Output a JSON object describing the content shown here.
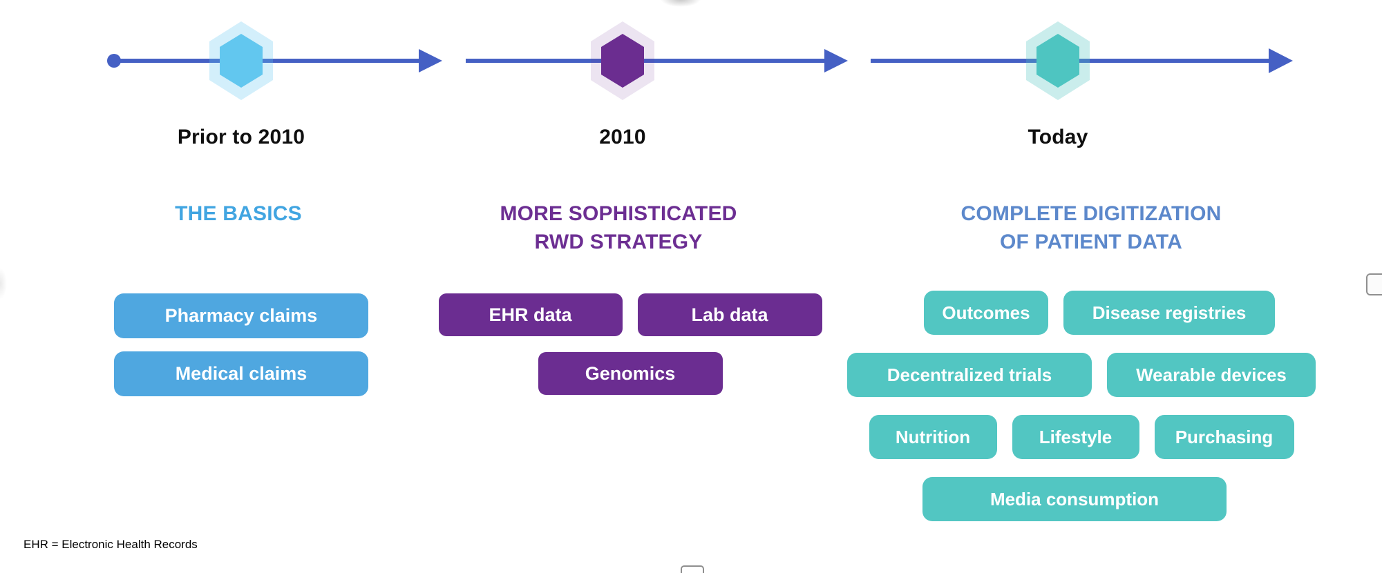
{
  "footnote": "EHR = Electronic Health Records",
  "timeline": {
    "line_color": "#4560c4"
  },
  "stages": [
    {
      "period_label": "Prior to 2010",
      "title_lines": [
        "THE BASICS"
      ],
      "title_color": "#41a5e1",
      "hex_fill": "#62c7ef",
      "halo_color": "rgba(98,199,239,0.28)",
      "pill_color": "#4fa7e0",
      "pills": [
        "Pharmacy claims",
        "Medical claims"
      ]
    },
    {
      "period_label": "2010",
      "title_lines": [
        "MORE SOPHISTICATED",
        "RWD STRATEGY"
      ],
      "title_color": "#6c2e92",
      "hex_fill": "#6b2d90",
      "halo_color": "rgba(107,45,144,0.13)",
      "pill_color": "#6b2d91",
      "pills": [
        "EHR data",
        "Lab data",
        "Genomics"
      ]
    },
    {
      "period_label": "Today",
      "title_lines": [
        "COMPLETE DIGITIZATION",
        "OF PATIENT DATA"
      ],
      "title_color": "#5c88cb",
      "hex_fill": "#4ec5c1",
      "halo_color": "rgba(78,197,193,0.30)",
      "pill_color": "#52c6c2",
      "pills": [
        "Outcomes",
        "Disease registries",
        "Decentralized trials",
        "Wearable devices",
        "Nutrition",
        "Lifestyle",
        "Purchasing",
        "Media consumption"
      ]
    }
  ]
}
